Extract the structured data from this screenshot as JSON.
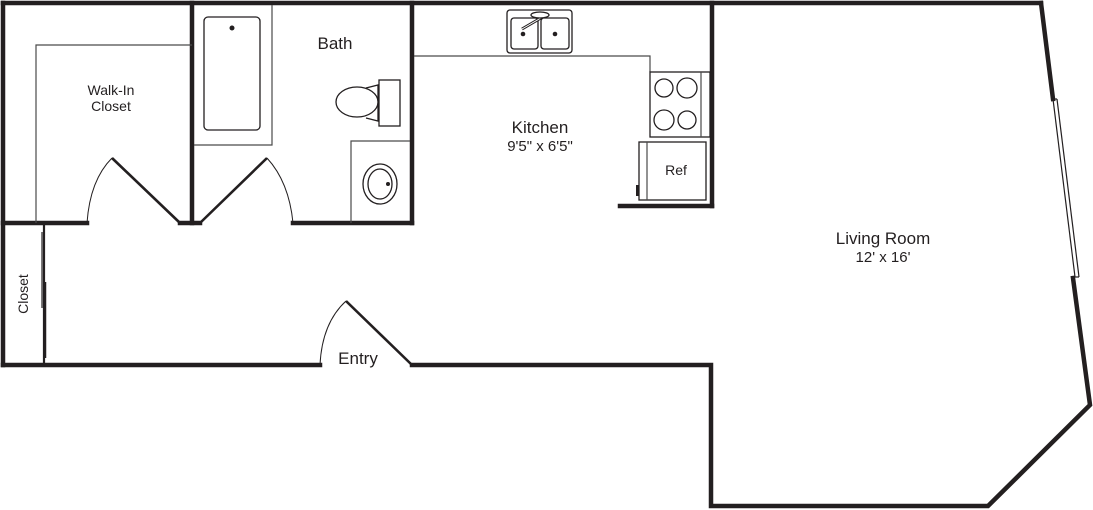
{
  "floor_plan": {
    "rooms": {
      "walk_in_closet": {
        "name_line1": "Walk-In",
        "name_line2": "Closet"
      },
      "bath": {
        "name": "Bath"
      },
      "kitchen": {
        "name": "Kitchen",
        "dimensions": "9'5\" x 6'5\""
      },
      "living_room": {
        "name": "Living Room",
        "dimensions": "12' x 16'"
      },
      "closet": {
        "name": "Closet"
      },
      "entry": {
        "name": "Entry"
      }
    },
    "fixtures": {
      "refrigerator": {
        "label": "Ref"
      },
      "stove": {
        "burners": 4
      },
      "sink": {
        "basins": 2
      },
      "bathtub": {},
      "toilet": {},
      "vanity_sink": {}
    },
    "colors": {
      "wall": "#231f20",
      "background": "#ffffff"
    }
  }
}
